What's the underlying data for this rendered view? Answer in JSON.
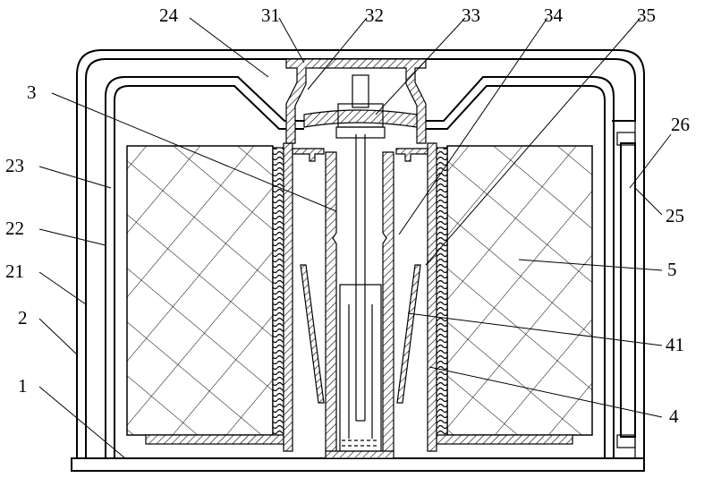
{
  "labels": {
    "l24": "24",
    "l31": "31",
    "l32": "32",
    "l33": "33",
    "l34": "34",
    "l35": "35",
    "l3": "3",
    "l23": "23",
    "l22": "22",
    "l21": "21",
    "l2": "2",
    "l1": "1",
    "l26": "26",
    "l25": "25",
    "l5": "5",
    "l41": "41",
    "l4": "4"
  }
}
